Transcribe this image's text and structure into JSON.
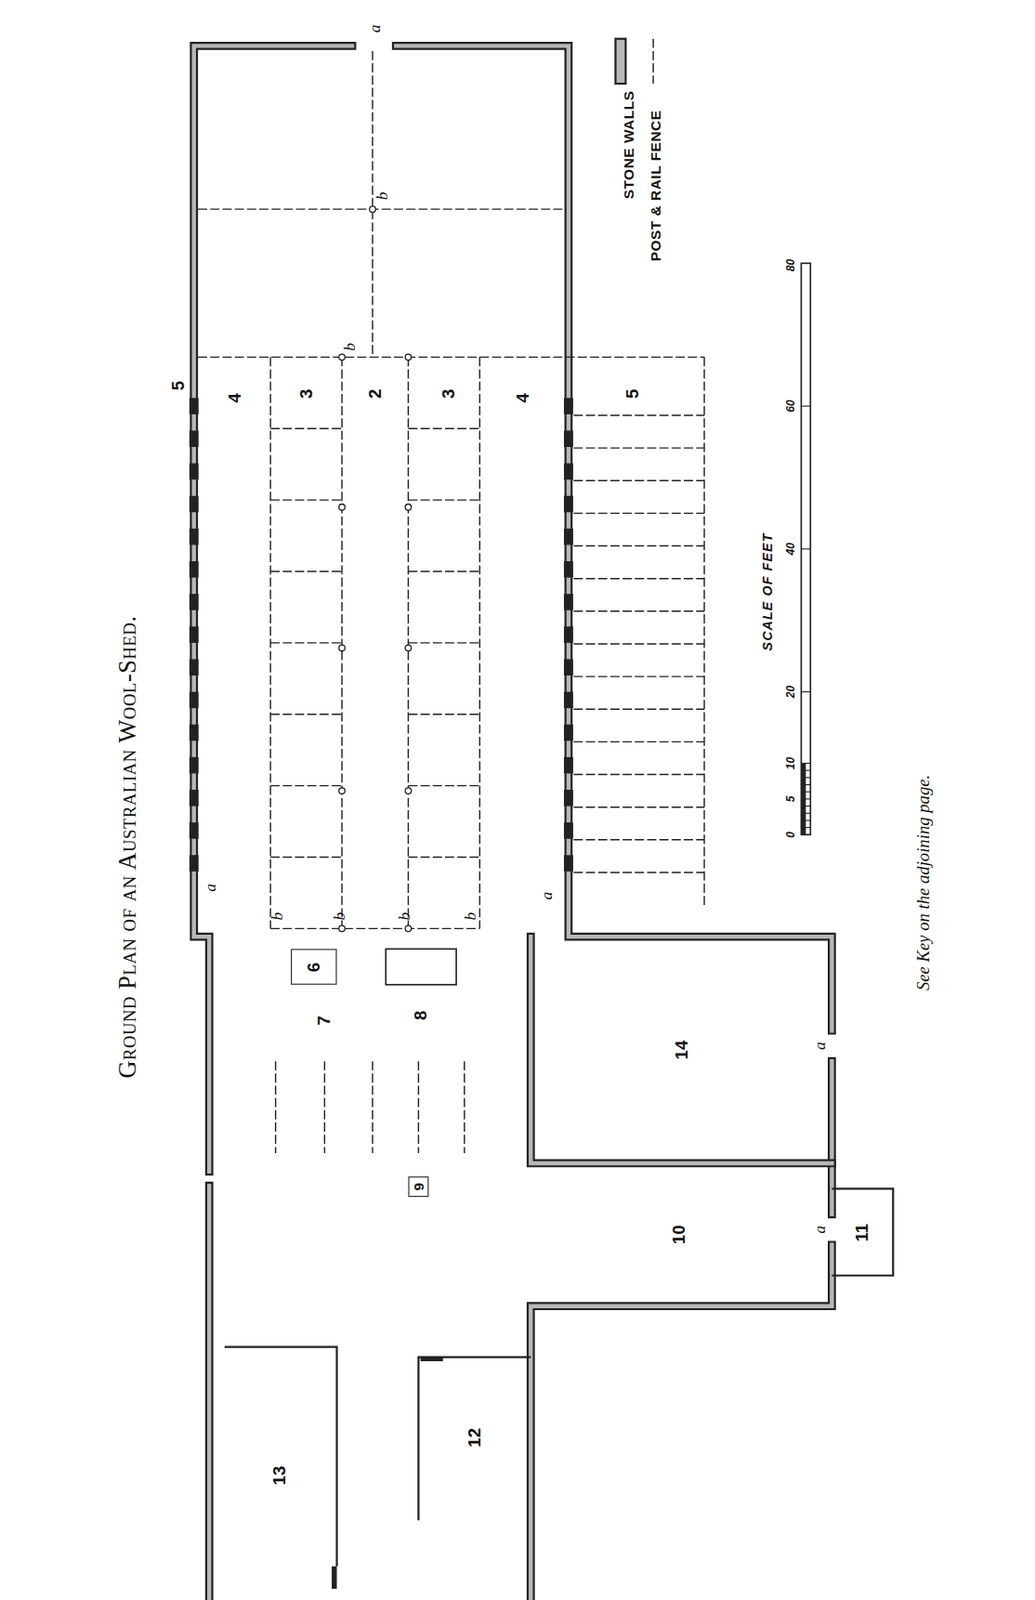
{
  "diagram": {
    "title": "Ground Plan of an Australian Wool-Shed.",
    "caption": "See Key on the adjoining page.",
    "nodes": [
      {
        "text": [
          "6"
        ]
      },
      {
        "text": [
          "9"
        ]
      },
      {
        "text": [
          "14"
        ]
      },
      {
        "text": [
          "11"
        ]
      },
      {
        "text": [
          "13"
        ]
      },
      {
        "text": [
          "12"
        ]
      },
      {
        "text": [
          "11"
        ]
      }
    ],
    "labels": [
      "5",
      "4",
      "3",
      "2",
      "3",
      "4",
      "5",
      "a",
      "b",
      "b",
      "a",
      "a",
      "b",
      "b",
      "b",
      "b",
      "7",
      "8",
      "10",
      "a",
      "a",
      "a",
      "SCALE OF FEET",
      "0",
      "5",
      "10",
      "20",
      "40",
      "60",
      "80"
    ],
    "legend": [
      {
        "text": "STONE WALLS"
      },
      {
        "text": "POST & RAIL FENCE"
      }
    ]
  }
}
